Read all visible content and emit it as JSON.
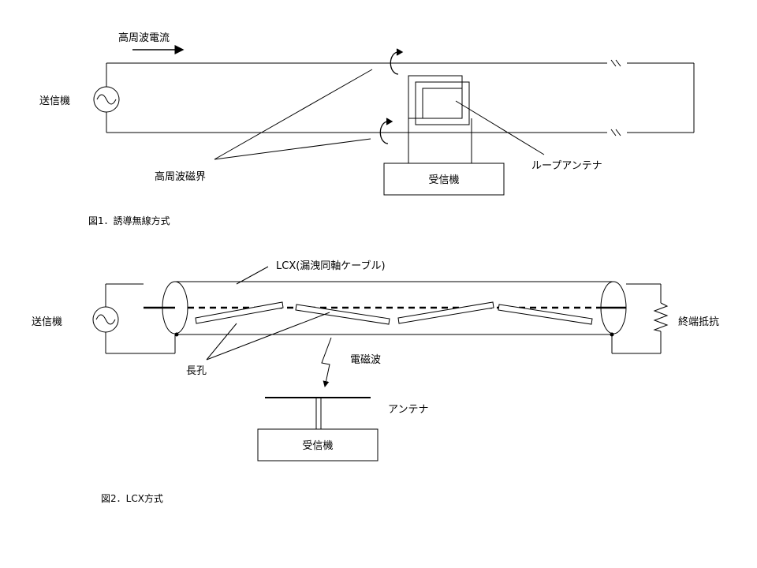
{
  "figure1": {
    "label_current": "高周波電流",
    "label_transmitter": "送信機",
    "label_magnetic": "高周波磁界",
    "label_loop": "ループアンテナ",
    "label_receiver": "受信機",
    "caption": "図1．誘導無線方式"
  },
  "figure2": {
    "label_lcx": "LCX(漏洩同軸ケーブル)",
    "label_transmitter": "送信機",
    "label_slot": "長孔",
    "label_wave": "電磁波",
    "label_termination": "終端抵抗",
    "label_antenna": "アンテナ",
    "label_receiver": "受信機",
    "caption": "図2．LCX方式"
  }
}
